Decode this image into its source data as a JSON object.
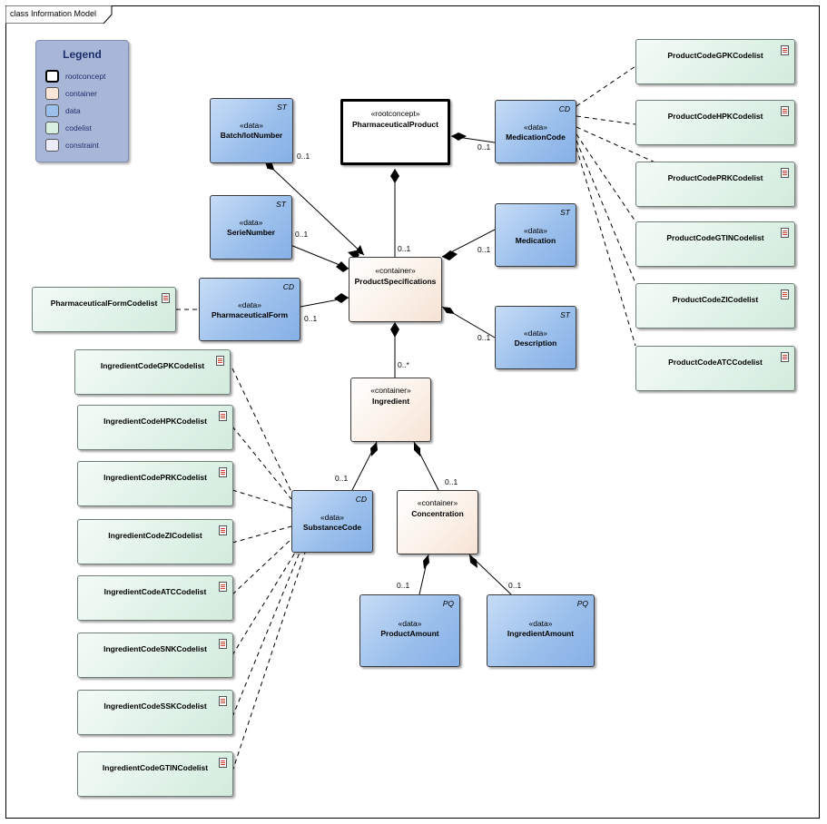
{
  "diagram": {
    "frame_label": "class Information Model",
    "legend": {
      "title": "Legend",
      "items": [
        {
          "label": "rootconcept",
          "color": "#ffffff",
          "border": "#000000"
        },
        {
          "label": "container",
          "color": "#fbe7d8",
          "border": "#555555"
        },
        {
          "label": "data",
          "color": "#9cc0ec",
          "border": "#555555"
        },
        {
          "label": "codelist",
          "color": "#d8efe1",
          "border": "#555555"
        },
        {
          "label": "constraint",
          "color": "#ecebf8",
          "border": "#555555"
        }
      ]
    },
    "nodes": {
      "pharmaceutical_product": {
        "stereotype": "«rootconcept»",
        "name": "PharmaceuticalProduct"
      },
      "batch_lot_number": {
        "stereotype": "«data»",
        "name": "Batch/lotNumber",
        "tag": "ST"
      },
      "serie_number": {
        "stereotype": "«data»",
        "name": "SerieNumber",
        "tag": "ST"
      },
      "pharmaceutical_form": {
        "stereotype": "«data»",
        "name": "PharmaceuticalForm",
        "tag": "CD"
      },
      "medication_code": {
        "stereotype": "«data»",
        "name": "MedicationCode",
        "tag": "CD"
      },
      "medication": {
        "stereotype": "«data»",
        "name": "Medication",
        "tag": "ST"
      },
      "description": {
        "stereotype": "«data»",
        "name": "Description",
        "tag": "ST"
      },
      "product_specifications": {
        "stereotype": "«container»",
        "name": "ProductSpecifications"
      },
      "ingredient": {
        "stereotype": "«container»",
        "name": "Ingredient"
      },
      "substance_code": {
        "stereotype": "«data»",
        "name": "SubstanceCode",
        "tag": "CD"
      },
      "concentration": {
        "stereotype": "«container»",
        "name": "Concentration"
      },
      "product_amount": {
        "stereotype": "«data»",
        "name": "ProductAmount",
        "tag": "PQ"
      },
      "ingredient_amount": {
        "stereotype": "«data»",
        "name": "IngredientAmount",
        "tag": "PQ"
      }
    },
    "product_codelists": [
      "ProductCodeGPKCodelist",
      "ProductCodeHPKCodelist",
      "ProductCodePRKCodelist",
      "ProductCodeGTINCodelist",
      "ProductCodeZICodelist",
      "ProductCodeATCCodelist"
    ],
    "ingredient_codelists": [
      "IngredientCodeGPKCodelist",
      "IngredientCodeHPKCodelist",
      "IngredientCodePRKCodelist",
      "IngredientCodeZICodelist",
      "IngredientCodeATCCodelist",
      "IngredientCodeSNKCodelist",
      "IngredientCodeSSKCodelist",
      "IngredientCodeGTINCodelist"
    ],
    "form_codelist": "PharmaceuticalFormCodelist",
    "multiplicities": {
      "batch": "0..1",
      "serie": "0..1",
      "form": "0..1",
      "medcode": "0..1",
      "prodspec": "0..1",
      "medication": "0..1",
      "description": "0..1",
      "ingredient": "0..*",
      "substance": "0..1",
      "concentration": "0..1",
      "product_amount": "0..1",
      "ingredient_amount": "0..1"
    }
  }
}
